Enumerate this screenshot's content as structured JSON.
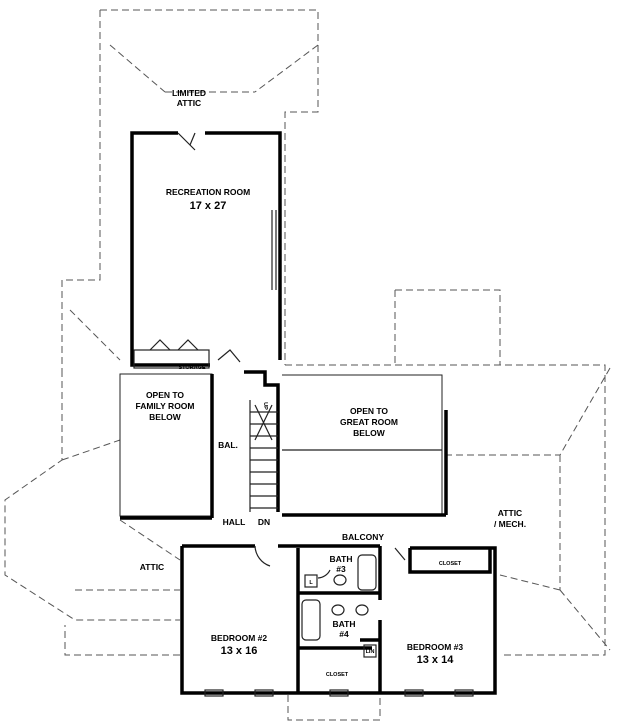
{
  "plan": {
    "rooms": {
      "limited_attic": {
        "line1": "LIMITED",
        "line2": "ATTIC"
      },
      "recreation_room": {
        "name": "RECREATION ROOM",
        "size": "17 x 27"
      },
      "storage": {
        "name": "STORAGE"
      },
      "open_family": {
        "line1": "OPEN TO",
        "line2": "FAMILY ROOM",
        "line3": "BELOW"
      },
      "open_great": {
        "line1": "OPEN TO",
        "line2": "GREAT ROOM",
        "line3": "BELOW"
      },
      "balcony_left": {
        "name": "BAL."
      },
      "hall": {
        "name": "HALL"
      },
      "stair_dn": {
        "name": "DN"
      },
      "stair_up": {
        "name": "UP"
      },
      "balcony": {
        "name": "BALCONY"
      },
      "attic_mech": {
        "line1": "ATTIC",
        "line2": "/ MECH."
      },
      "attic": {
        "name": "ATTIC"
      },
      "bath3": {
        "line1": "BATH",
        "line2": "#3"
      },
      "bath4": {
        "line1": "BATH",
        "line2": "#4"
      },
      "linen": {
        "name": "L"
      },
      "lin": {
        "name": "LIN"
      },
      "closet_right": {
        "name": "CLOSET"
      },
      "closet_bottom": {
        "name": "CLOSET"
      },
      "bedroom2": {
        "name": "BEDROOM #2",
        "size": "13 x 16"
      },
      "bedroom3": {
        "name": "BEDROOM #3",
        "size": "13 x 14"
      }
    }
  }
}
